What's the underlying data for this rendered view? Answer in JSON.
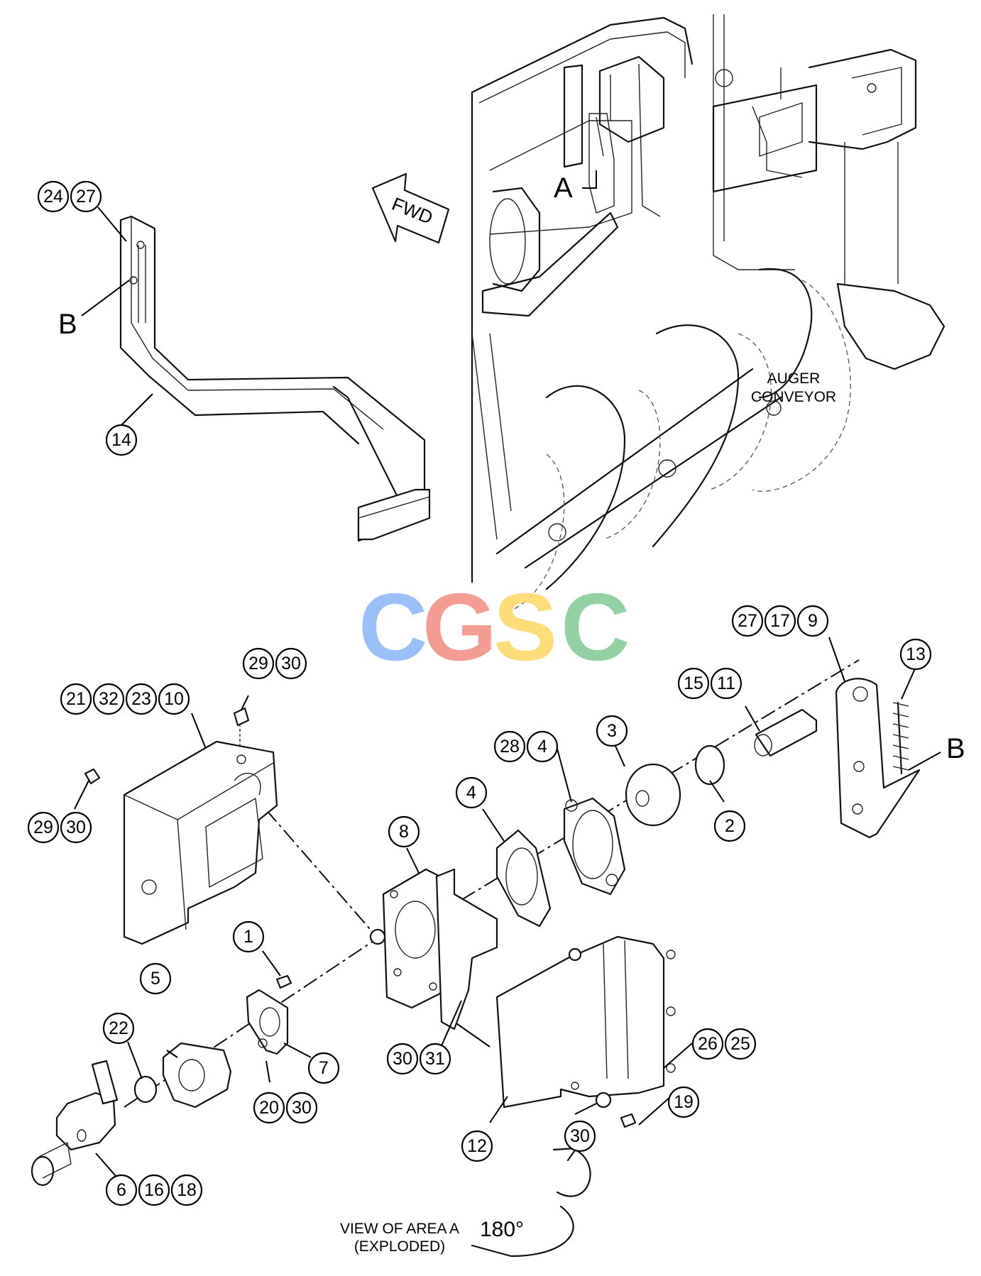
{
  "labels": {
    "area_a": "A",
    "callout_b_left": "B",
    "callout_b_right": "B",
    "fwd": "FWD",
    "auger_line1": "AUGER",
    "auger_line2": "CONVEYOR",
    "view_line1": "VIEW OF AREA A",
    "view_line2": "(EXPLODED)",
    "rotation": "180°",
    "watermark": "CGSC"
  },
  "watermark_colors": [
    "#8ab4f8",
    "#f28b82",
    "#fdd663",
    "#81c995"
  ],
  "parts": [
    "24",
    "27",
    "14",
    "27",
    "17",
    "9",
    "13",
    "15",
    "11",
    "3",
    "28",
    "4",
    "4",
    "2",
    "29",
    "30",
    "21",
    "32",
    "23",
    "10",
    "29",
    "30",
    "8",
    "1",
    "5",
    "22",
    "7",
    "20",
    "30",
    "6",
    "16",
    "18",
    "30",
    "31",
    "26",
    "25",
    "12",
    "19",
    "30"
  ]
}
